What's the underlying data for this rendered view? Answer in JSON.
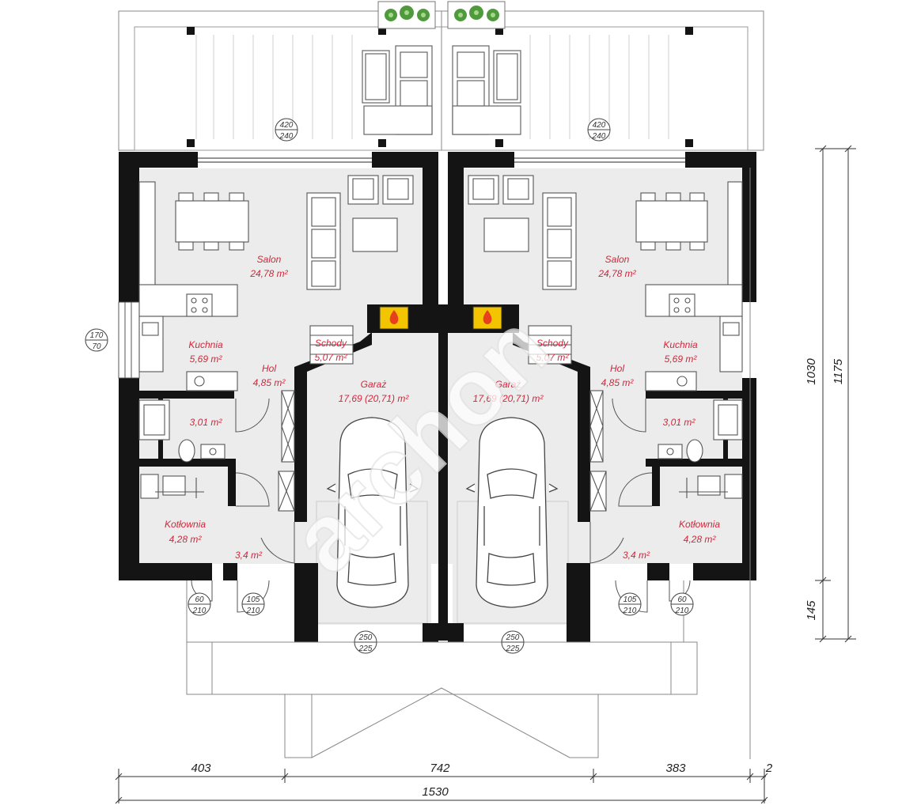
{
  "rooms": {
    "salon_left": {
      "name": "Salon",
      "area": "24,78 m²"
    },
    "salon_right": {
      "name": "Salon",
      "area": "24,78 m²"
    },
    "kuchnia_left": {
      "name": "Kuchnia",
      "area": "5,69 m²"
    },
    "kuchnia_right": {
      "name": "Kuchnia",
      "area": "5,69 m²"
    },
    "hol_left": {
      "name": "Hol",
      "area": "4,85 m²"
    },
    "hol_right": {
      "name": "Hol",
      "area": "4,85 m²"
    },
    "schody_left": {
      "name": "Schody",
      "area": "5,07 m²"
    },
    "schody_right": {
      "name": "Schody",
      "area": "5,07 m²"
    },
    "garaz_left": {
      "name": "Garaż",
      "area": "17,69 (20,71) m²"
    },
    "garaz_right": {
      "name": "Garaż",
      "area": "17,69 (20,71) m²"
    },
    "wc_left": {
      "area": "3,01 m²"
    },
    "wc_right": {
      "area": "3,01 m²"
    },
    "kotlownia_left": {
      "name": "Kotłownia",
      "area": "4,28 m²"
    },
    "kotlownia_right": {
      "name": "Kotłownia",
      "area": "4,28 m²"
    },
    "closet_left": {
      "area": "3,4 m²"
    },
    "closet_right": {
      "area": "3,4 m²"
    }
  },
  "openings": {
    "terrace_left": {
      "top": "420",
      "bottom": "240"
    },
    "terrace_right": {
      "top": "420",
      "bottom": "240"
    },
    "window_kitchen": {
      "top": "170",
      "bottom": "70"
    },
    "door_kotlownia_left": {
      "top": "60",
      "bottom": "210"
    },
    "door_entry_left": {
      "top": "105",
      "bottom": "210"
    },
    "garage_left": {
      "top": "250",
      "bottom": "225"
    },
    "garage_right": {
      "top": "250",
      "bottom": "225"
    },
    "door_entry_right": {
      "top": "105",
      "bottom": "210"
    },
    "door_kotlownia_right": {
      "top": "60",
      "bottom": "210"
    }
  },
  "dimensions": {
    "seg1": "403",
    "seg2": "742",
    "seg3": "383",
    "seg4": "2",
    "total": "1530",
    "height_main": "1030",
    "height_total": "1175",
    "height_bottom": "145"
  },
  "watermark": "archon",
  "colors": {
    "wall": "#141414",
    "label": "#d0283c",
    "floor": "#ececec",
    "fireplace": "#f2c500"
  }
}
